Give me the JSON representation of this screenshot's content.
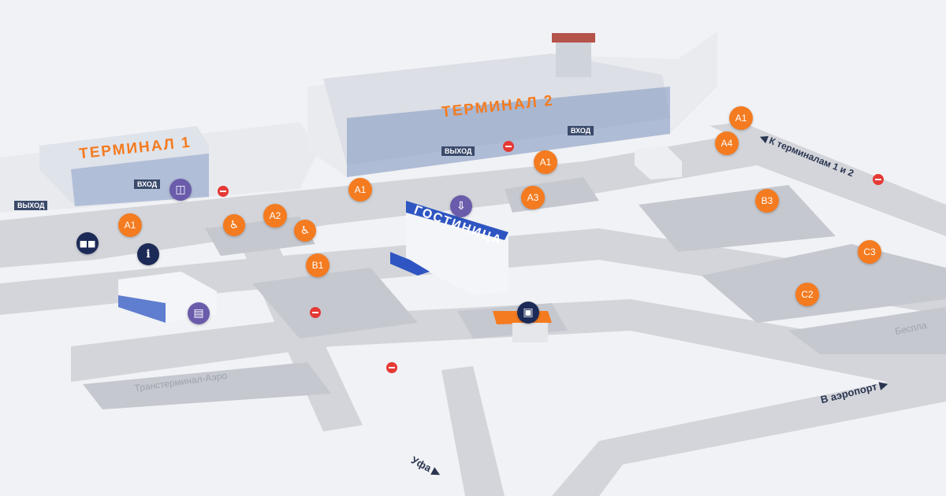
{
  "terminals": {
    "t1": "ТЕРМИНАЛ 1",
    "t2": "ТЕРМИНАЛ 2"
  },
  "hotel": "ГОСТИНИЦА",
  "signs": {
    "exit": "ВЫХОД",
    "entrance": "ВХОД"
  },
  "parking": [
    {
      "id": "A1-t2-top",
      "label": "A1"
    },
    {
      "id": "A4",
      "label": "A4"
    },
    {
      "id": "A1-road",
      "label": "A1"
    },
    {
      "id": "A1-t2-front",
      "label": "A1"
    },
    {
      "id": "A3",
      "label": "A3"
    },
    {
      "id": "A2",
      "label": "A2"
    },
    {
      "id": "A1-left",
      "label": "A1"
    },
    {
      "id": "B1",
      "label": "B1"
    },
    {
      "id": "B3",
      "label": "B3"
    },
    {
      "id": "C3",
      "label": "C3"
    },
    {
      "id": "C2",
      "label": "C2"
    }
  ],
  "directions": {
    "to_terminals": "К терминалам 1 и 2",
    "to_airport": "В аэропорт",
    "ufa": "Уфа",
    "transterminal": "Транстерминал-Аэро",
    "free": "Беспла"
  },
  "icons": {
    "bus": "bus-icon",
    "taxi": "taxi-icon",
    "info": "info-icon",
    "wheelchair": "wheelchair-icon",
    "museum": "museum-icon",
    "arrow": "arrow-down-icon",
    "fuel": "fuel-icon"
  },
  "colors": {
    "accent": "#f47b20",
    "service": "#6a5cab",
    "dark": "#1c2a57"
  }
}
